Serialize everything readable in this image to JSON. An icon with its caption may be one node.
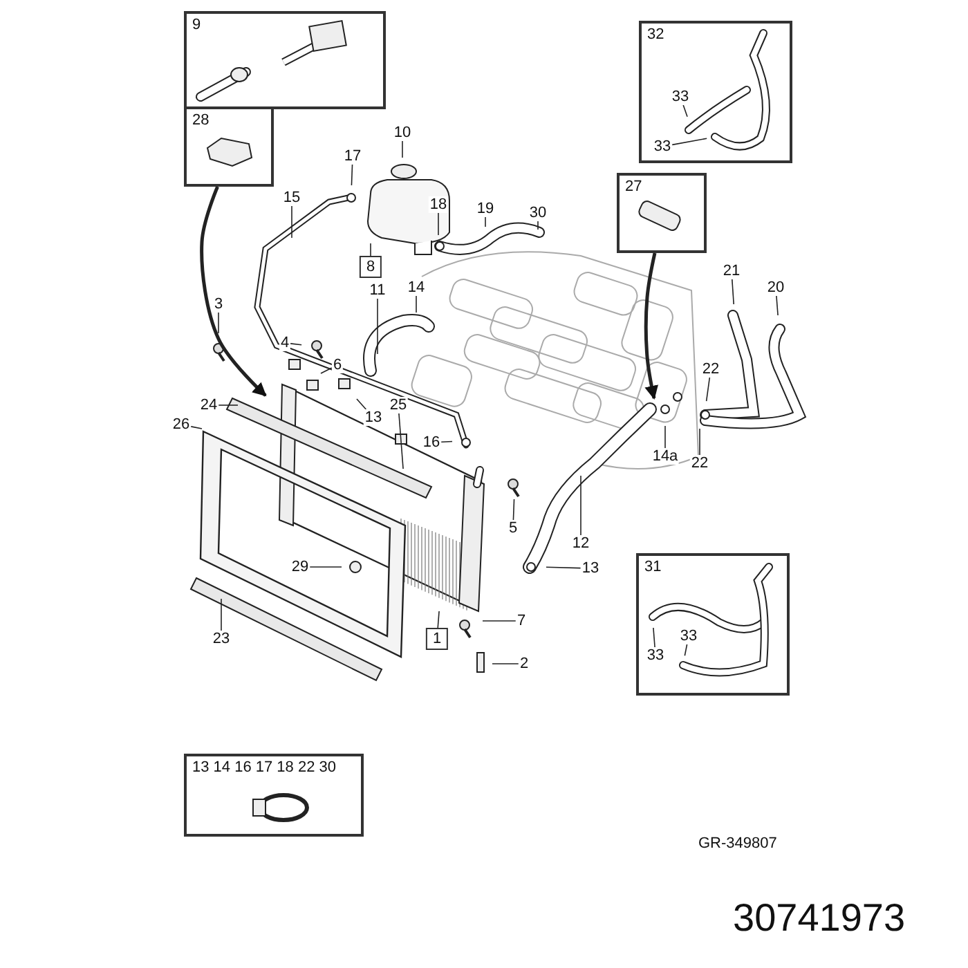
{
  "diagram": {
    "nodes": [
      {
        "text": [
          "9"
        ]
      },
      {
        "text": [
          "28"
        ]
      },
      {
        "text": [
          "32"
        ]
      },
      {
        "text": [
          "33"
        ],
        "in": 2
      },
      {
        "text": [
          "33"
        ],
        "in": 2
      },
      {
        "text": [
          "27"
        ]
      },
      {
        "text": [
          "31"
        ]
      },
      {
        "text": [
          "33"
        ],
        "in": 6
      },
      {
        "text": [
          "33"
        ],
        "in": 6
      },
      {
        "text": [
          "13 14 16 17 18 22 30"
        ]
      },
      {
        "text": [
          "8"
        ]
      },
      {
        "text": [
          "1"
        ]
      },
      {
        "text": [
          "17"
        ]
      },
      {
        "text": [
          "10"
        ]
      },
      {
        "text": [
          "15"
        ]
      },
      {
        "text": [
          "18"
        ]
      },
      {
        "text": [
          "19"
        ]
      },
      {
        "text": [
          "30"
        ]
      },
      {
        "text": [
          "11"
        ]
      },
      {
        "text": [
          "14"
        ]
      },
      {
        "text": [
          "3"
        ]
      },
      {
        "text": [
          "4"
        ]
      },
      {
        "text": [
          "6"
        ]
      },
      {
        "text": [
          "13"
        ]
      },
      {
        "text": [
          "24"
        ]
      },
      {
        "text": [
          "25"
        ]
      },
      {
        "text": [
          "26"
        ]
      },
      {
        "text": [
          "16"
        ]
      },
      {
        "text": [
          "5"
        ]
      },
      {
        "text": [
          "12"
        ]
      },
      {
        "text": [
          "13"
        ]
      },
      {
        "text": [
          "29"
        ]
      },
      {
        "text": [
          "7"
        ]
      },
      {
        "text": [
          "23"
        ]
      },
      {
        "text": [
          "2"
        ]
      },
      {
        "text": [
          "21"
        ]
      },
      {
        "text": [
          "20"
        ]
      },
      {
        "text": [
          "22"
        ]
      },
      {
        "text": [
          "22"
        ]
      },
      {
        "text": [
          "14a"
        ]
      }
    ],
    "edges": [
      {
        "from": 1,
        "to": null,
        "arrow": "to",
        "style": "thick"
      },
      {
        "from": 5,
        "to": null,
        "arrow": "to",
        "style": "thick"
      },
      {
        "from": 3,
        "to": null,
        "arrow": "none"
      },
      {
        "from": 4,
        "to": null,
        "arrow": "none"
      },
      {
        "from": 7,
        "to": null,
        "arrow": "none"
      },
      {
        "from": 8,
        "to": null,
        "arrow": "none"
      },
      {
        "from": 10,
        "to": null,
        "arrow": "none"
      },
      {
        "from": 11,
        "to": null,
        "arrow": "none"
      },
      {
        "from": 12,
        "to": null,
        "arrow": "none"
      },
      {
        "from": 13,
        "to": null,
        "arrow": "none"
      },
      {
        "from": 14,
        "to": null,
        "arrow": "none"
      },
      {
        "from": 15,
        "to": null,
        "arrow": "none"
      },
      {
        "from": 16,
        "to": null,
        "arrow": "none"
      },
      {
        "from": 17,
        "to": null,
        "arrow": "none"
      },
      {
        "from": 18,
        "to": null,
        "arrow": "none"
      },
      {
        "from": 19,
        "to": null,
        "arrow": "none"
      },
      {
        "from": 20,
        "to": null,
        "arrow": "none"
      },
      {
        "from": 21,
        "to": null,
        "arrow": "none"
      },
      {
        "from": 22,
        "to": null,
        "arrow": "none"
      },
      {
        "from": 23,
        "to": null,
        "arrow": "none"
      },
      {
        "from": 24,
        "to": null,
        "arrow": "none"
      },
      {
        "from": 25,
        "to": null,
        "arrow": "none"
      },
      {
        "from": 26,
        "to": null,
        "arrow": "none"
      },
      {
        "from": 27,
        "to": null,
        "arrow": "none"
      },
      {
        "from": 28,
        "to": null,
        "arrow": "none"
      },
      {
        "from": 29,
        "to": null,
        "arrow": "none"
      },
      {
        "from": 30,
        "to": null,
        "arrow": "none"
      },
      {
        "from": 31,
        "to": null,
        "arrow": "none"
      },
      {
        "from": 32,
        "to": null,
        "arrow": "none"
      },
      {
        "from": 33,
        "to": null,
        "arrow": "none"
      },
      {
        "from": 34,
        "to": null,
        "arrow": "none"
      },
      {
        "from": 35,
        "to": null,
        "arrow": "none"
      },
      {
        "from": 36,
        "to": null,
        "arrow": "none"
      },
      {
        "from": 37,
        "to": null,
        "arrow": "none"
      },
      {
        "from": 38,
        "to": null,
        "arrow": "none"
      },
      {
        "from": 39,
        "to": null,
        "arrow": "none"
      }
    ],
    "labels": [
      "GR-349807",
      "30741973"
    ]
  }
}
